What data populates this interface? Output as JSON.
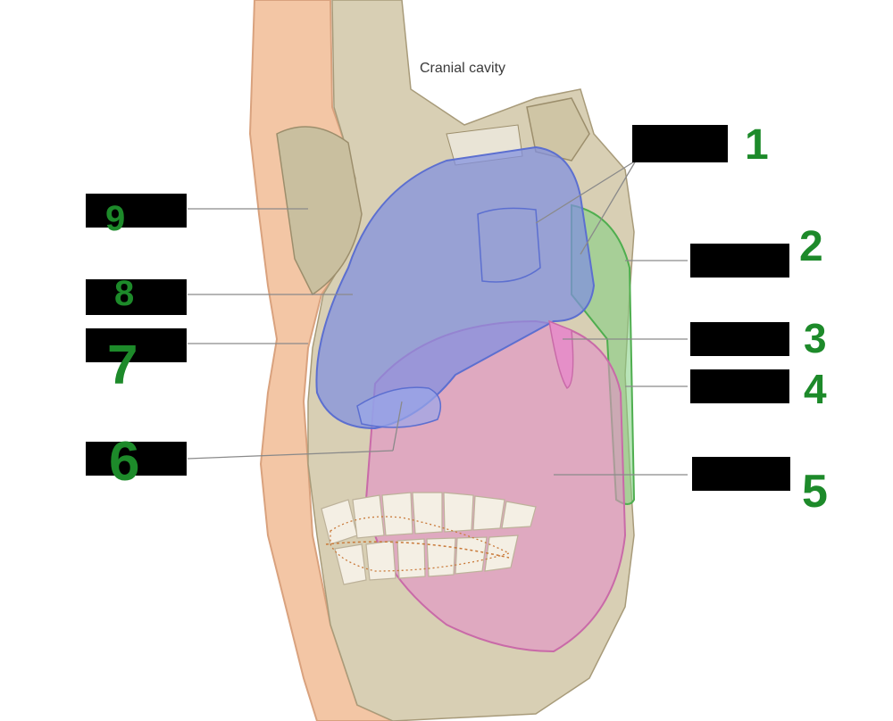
{
  "figure": {
    "caption": "Cranial cavity"
  },
  "handwritten_numbers": [
    "1",
    "2",
    "3",
    "4",
    "5",
    "6",
    "7",
    "8",
    "9"
  ],
  "colors": {
    "nasal_cavity": "#7f8fe0",
    "oral_cavity": "#e58fc8",
    "pharynx": "#7fd07f",
    "bone": "#d8cfb4",
    "skin": "#f3c6a5",
    "annotation_ink": "#1d8a2a",
    "label_box": "#000000"
  }
}
